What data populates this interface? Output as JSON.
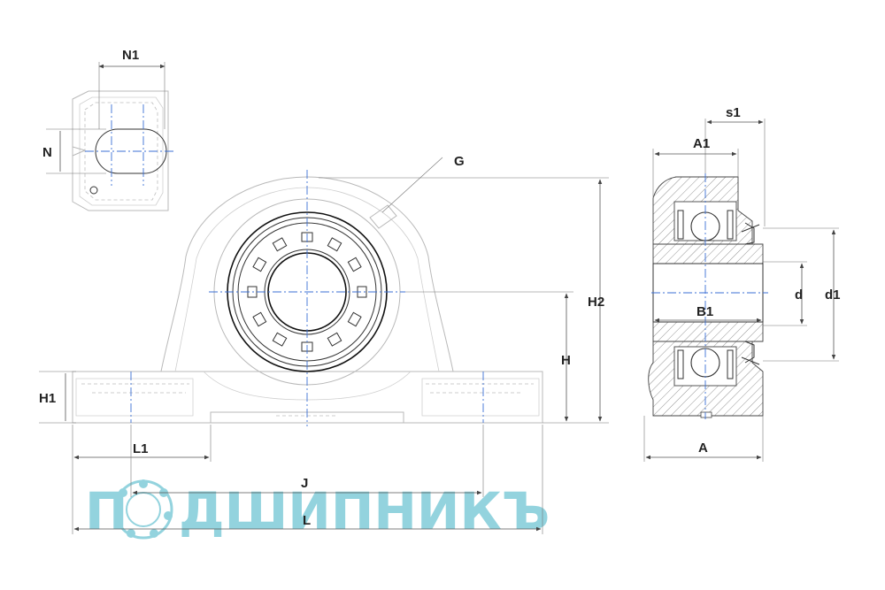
{
  "labels": {
    "N1": "N1",
    "N": "N",
    "G": "G",
    "H2": "H2",
    "H": "H",
    "H1": "H1",
    "L1": "L1",
    "J": "J",
    "L": "L",
    "s1": "s1",
    "A1": "A1",
    "d": "d",
    "d1": "d1",
    "B1": "B1",
    "A": "A"
  },
  "watermark": {
    "text": "ПОДШИПНИКЪ",
    "color": "#93d3de"
  },
  "colors": {
    "centerline": "#3b6fd4",
    "outline": "#111111",
    "ghost": "#b9b9b9"
  }
}
